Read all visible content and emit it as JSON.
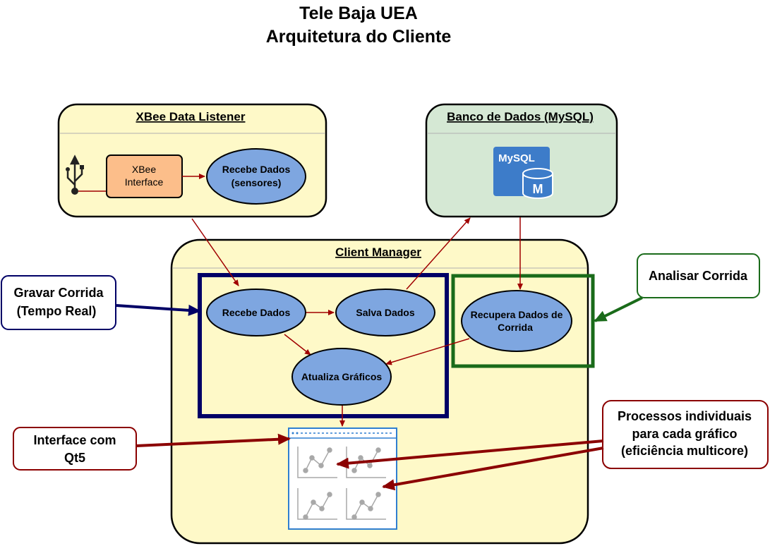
{
  "header": {
    "title_line1": "Tele Baja UEA",
    "title_line2": "Arquitetura do Cliente"
  },
  "xbee_group": {
    "title": "XBee Data Listener",
    "usb_icon": "usb-icon",
    "interface_line1": "XBee",
    "interface_line2": "Interface",
    "receive_line1": "Recebe Dados",
    "receive_line2": "(sensores)"
  },
  "db_group": {
    "title": "Banco de Dados (MySQL)",
    "logo_label": "MySQL",
    "logo_letter": "M"
  },
  "client_manager": {
    "title": "Client Manager",
    "recebe": "Recebe Dados",
    "salva": "Salva Dados",
    "atualiza": "Atualiza Gráficos",
    "recupera_line1": "Recupera Dados de",
    "recupera_line2": "Corrida",
    "chart_window_icon": "chart-window-icon"
  },
  "callouts": {
    "gravar_line1": "Gravar Corrida",
    "gravar_line2": "(Tempo Real)",
    "analisar": "Analisar Corrida",
    "interface_line1": "Interface com",
    "interface_line2": "Qt5",
    "processos_line1": "Processos individuais",
    "processos_line2": "para cada gráfico",
    "processos_line3": "(eficiência multicore)"
  },
  "colors": {
    "yellow_fill": "#fef9c8",
    "green_fill": "#d5e8d4",
    "ellipse_fill": "#7ea6e0",
    "orange_fill": "#fcbe8a",
    "navy": "#000066",
    "dark_green": "#1a6b1a",
    "dark_red": "#8b0000",
    "mysql_blue": "#3d7cc9"
  }
}
